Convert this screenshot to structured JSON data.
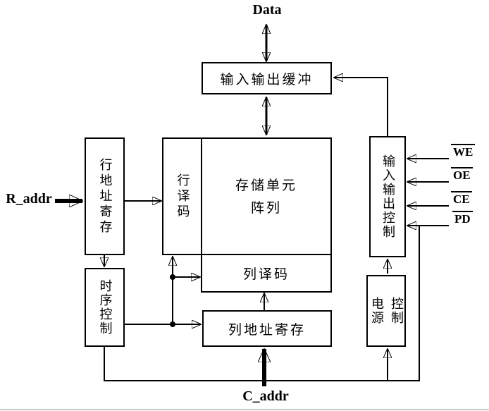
{
  "diagram": {
    "title_top": "Data",
    "left_signal": "R_addr",
    "bottom_signal": "C_addr",
    "blocks": {
      "io_buffer": {
        "label": "输入输出缓冲"
      },
      "row_addr_reg": {
        "label": "行地址寄存"
      },
      "row_decoder": {
        "label": "行译码"
      },
      "memory_array": {
        "line1": "存储单元",
        "line2": "阵列"
      },
      "col_decoder": {
        "label": "列译码"
      },
      "col_addr_reg": {
        "label": "列地址寄存"
      },
      "timing_control": {
        "label": "时序控制"
      },
      "io_control": {
        "label": "输入输出控制"
      },
      "power_control": {
        "col1": "电源",
        "col2": "控制"
      }
    },
    "control_signals": [
      {
        "label": "WE",
        "overline": true
      },
      {
        "label": "OE",
        "overline": true
      },
      {
        "label": "CE",
        "overline": true
      },
      {
        "label": "PD",
        "overline": true
      }
    ],
    "colors": {
      "line": "#000000",
      "background": "#ffffff"
    }
  }
}
